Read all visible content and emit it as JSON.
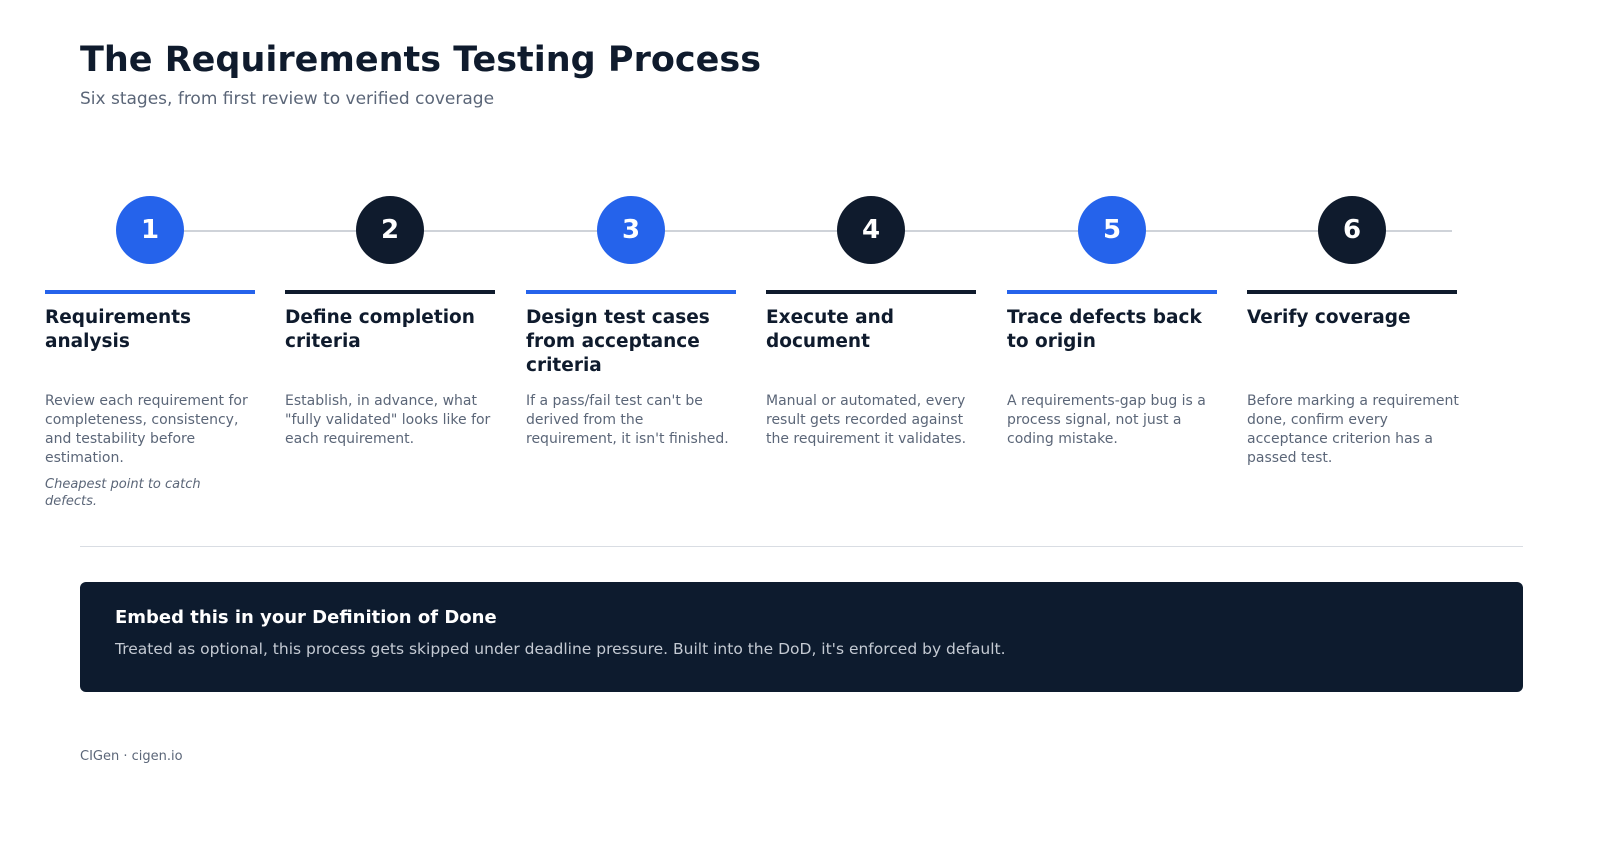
{
  "header": {
    "title": "The Requirements Testing Process",
    "subtitle": "Six stages, from first review to verified coverage"
  },
  "stages": [
    {
      "number": "1",
      "title": "Requirements analysis",
      "description": "Review each requirement for completeness, consistency, and testability before estimation.",
      "note": "Cheapest point to catch defects.",
      "color": "#2563eb"
    },
    {
      "number": "2",
      "title": "Define completion criteria",
      "description": "Establish, in advance, what \"fully validated\" looks like for each requirement.",
      "color": "#0f1b2d"
    },
    {
      "number": "3",
      "title": "Design test cases from acceptance criteria",
      "description": "If a pass/fail test can't be derived from the requirement, it isn't finished.",
      "color": "#2563eb"
    },
    {
      "number": "4",
      "title": "Execute and document",
      "description": "Manual or automated, every result gets recorded against the requirement it validates.",
      "color": "#0f1b2d"
    },
    {
      "number": "5",
      "title": "Trace defects back to origin",
      "description": "A requirements-gap bug is a process signal, not just a coding mistake.",
      "color": "#2563eb"
    },
    {
      "number": "6",
      "title": "Verify coverage",
      "description": "Before marking a requirement done, confirm every acceptance criterion has a passed test.",
      "color": "#0f1b2d"
    }
  ],
  "callout": {
    "title": "Embed this in your Definition of Done",
    "text": "Treated as optional, this process gets skipped under deadline pressure. Built into the DoD, it's enforced by default."
  },
  "footer": {
    "text": "CIGen · cigen.io"
  }
}
